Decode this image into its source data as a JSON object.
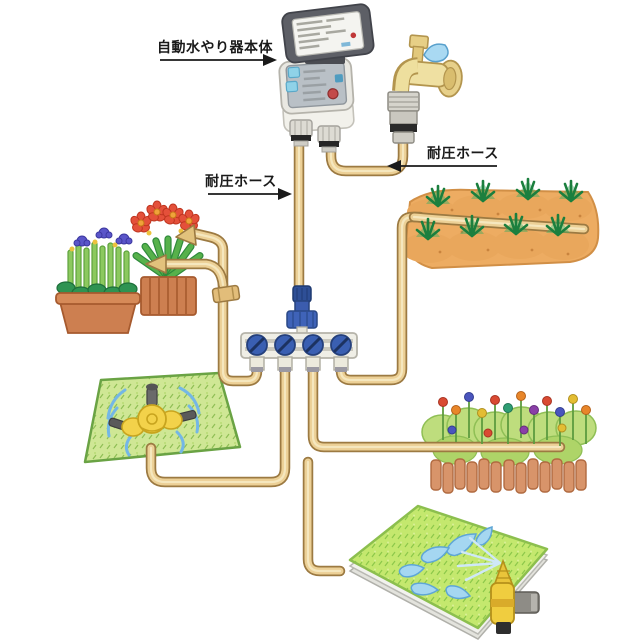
{
  "page": {
    "background": "#ffffff"
  },
  "labels": {
    "controller_unit": "自動水やり器本体",
    "pressure_hose_right": "耐圧ホース",
    "pressure_hose_left": "耐圧ホース"
  },
  "colors": {
    "hose_fill": "#ecd096",
    "hose_outline": "#9c7a42",
    "manifold_blue": "#3a5fb2",
    "faucet_brass": "#efe0a2",
    "water_blue": "#a5d7f1",
    "grass_green": "#cfe795",
    "soil_orange": "#edac62",
    "terracotta": "#cd7f50",
    "sprinkler_yellow": "#f0cd3f",
    "label_text": "#1a1a1a"
  },
  "components": {
    "controller": "automatic-watering-timer",
    "faucet": "outdoor-tap-with-adapter",
    "manifold": "four-outlet-manifold",
    "zones": [
      "flower-planters",
      "vegetable-garden",
      "lawn-rotary-sprinkler",
      "flower-bed",
      "lawn-impulse-sprinkler"
    ]
  }
}
